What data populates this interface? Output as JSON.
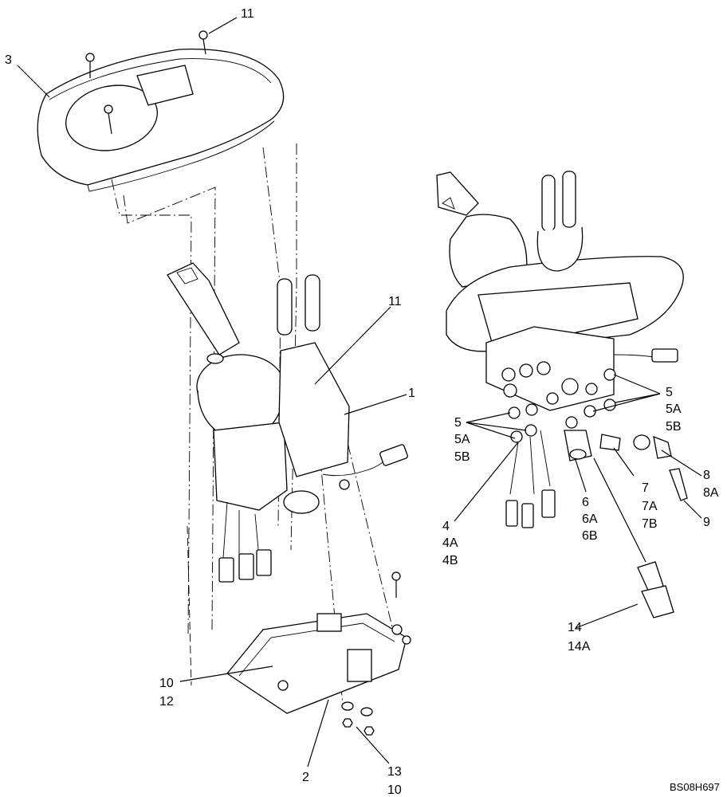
{
  "reference_code": "BS08H697",
  "callouts": [
    {
      "id": "c1",
      "lines": [
        "1"
      ]
    },
    {
      "id": "c2",
      "lines": [
        "2"
      ]
    },
    {
      "id": "c3",
      "lines": [
        "3"
      ]
    },
    {
      "id": "c11a",
      "lines": [
        "11"
      ]
    },
    {
      "id": "c11b",
      "lines": [
        "11"
      ]
    },
    {
      "id": "c10_12",
      "lines": [
        "10",
        "12"
      ]
    },
    {
      "id": "c13_10",
      "lines": [
        "13",
        "10"
      ]
    },
    {
      "id": "c5_left",
      "lines": [
        "5",
        "5A",
        "5B"
      ]
    },
    {
      "id": "c5_right",
      "lines": [
        "5",
        "5A",
        "5B"
      ]
    },
    {
      "id": "c4",
      "lines": [
        "4",
        "4A",
        "4B"
      ]
    },
    {
      "id": "c6",
      "lines": [
        "6",
        "6A",
        "6B"
      ]
    },
    {
      "id": "c7",
      "lines": [
        "7",
        "7A",
        "7B"
      ]
    },
    {
      "id": "c8",
      "lines": [
        "8",
        "8A"
      ]
    },
    {
      "id": "c9",
      "lines": [
        "9"
      ]
    },
    {
      "id": "c14",
      "lines": [
        "14",
        "14A"
      ]
    }
  ]
}
